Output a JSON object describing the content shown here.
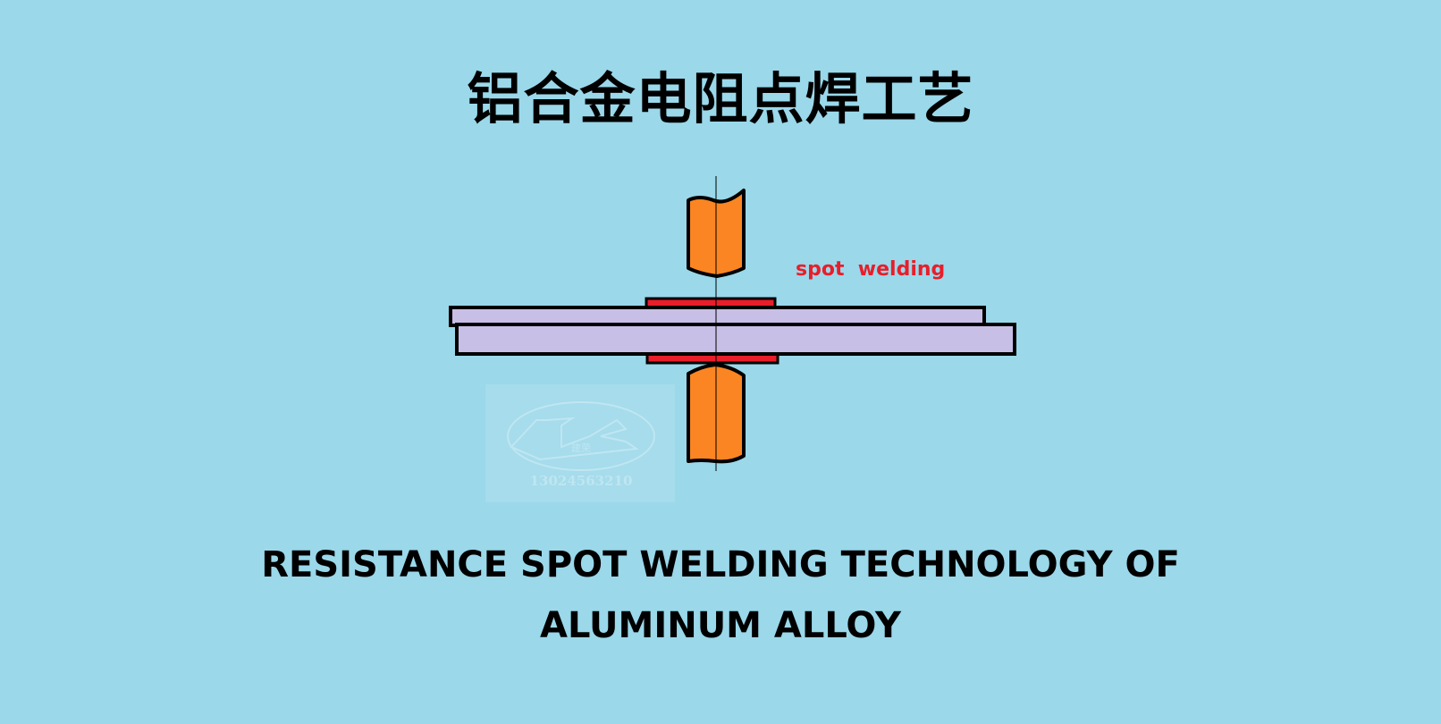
{
  "title": "铝合金电阻点焊工艺",
  "label": "spot  welding",
  "caption": {
    "line1": "RESISTANCE SPOT WELDING TECHNOLOGY OF",
    "line2": "ALUMINUM ALLOY"
  },
  "watermark": {
    "logo_text": "建荣",
    "phone": "13024563210"
  },
  "colors": {
    "background": "#9ad8ea",
    "electrode": "#fb8522",
    "sheet": "#c8bfe6",
    "weld": "#e81e2a",
    "label": "#e81e2a",
    "text": "#000000"
  }
}
